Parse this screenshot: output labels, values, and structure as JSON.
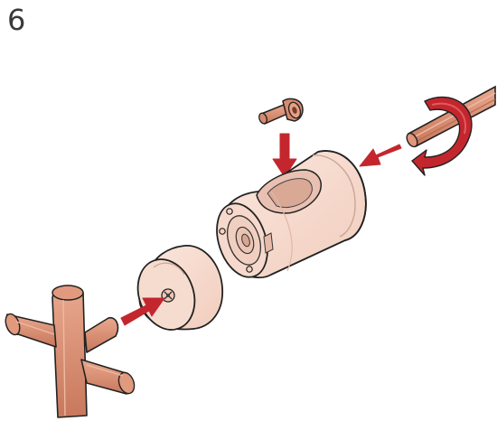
{
  "step": {
    "number": "6"
  },
  "parts": [
    {
      "name": "copper-rod",
      "color": "#d68a6e"
    },
    {
      "name": "cap-screw",
      "color": "#d68a6e"
    },
    {
      "name": "cylindrical-housing",
      "color": "#f8ddd0"
    },
    {
      "name": "end-cap-disc",
      "color": "#f8ddd0"
    },
    {
      "name": "cross-knob",
      "color": "#dc8e72"
    }
  ],
  "arrows": [
    {
      "name": "insert-rod-arrow",
      "direction": "left"
    },
    {
      "name": "insert-screw-arrow",
      "direction": "down"
    },
    {
      "name": "insert-cross-arrow",
      "direction": "up-right"
    },
    {
      "name": "rotate-arrow",
      "direction": "clockwise"
    }
  ],
  "colors": {
    "arrow": "#c4262e",
    "outline": "#222222",
    "light_part": "#f8ddd0",
    "copper": "#d68a6e"
  }
}
